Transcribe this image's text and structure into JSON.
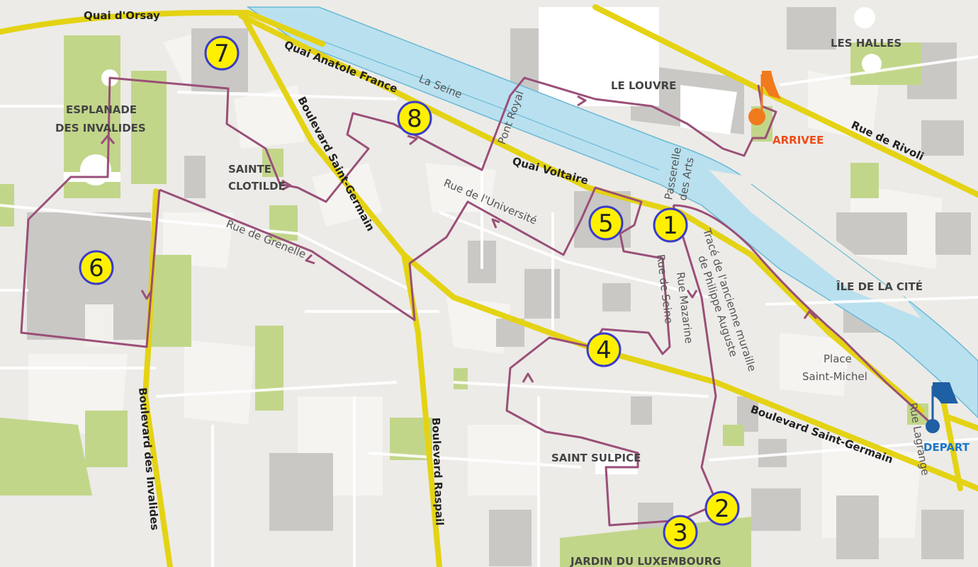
{
  "colors": {
    "land": "#ecebe7",
    "block": "#f7f6f3",
    "building": "#c9c8c5",
    "park": "#c2d68a",
    "water": "#b9e0ef",
    "major_road": "#e4d314",
    "route": "#9a4f78",
    "marker_fill": "#fff000",
    "marker_stroke": "#3b3cc8",
    "arrival": "#f07a1c",
    "departure": "#1f5fa3"
  },
  "labels": {
    "quai_orsay": "Quai d'Orsay",
    "quai_anatole": "Quai Anatole France",
    "la_seine": "La Seine",
    "pont_royal": "Pont Royal",
    "le_louvre": "LE LOUVRE",
    "les_halles": "LES HALLES",
    "rue_rivoli": "Rue de Rivoli",
    "arrivee": "ARRIVEE",
    "esplanade_1": "ESPLANADE",
    "esplanade_2": "DES INVALIDES",
    "sainte_1": "SAINTE",
    "sainte_2": "CLOTILDE",
    "bd_st_germain_w": "Boulevard Saint-Germain",
    "quai_voltaire": "Quai Voltaire",
    "passerelle_1": "Passerelle",
    "passerelle_2": "des Arts",
    "rue_universite": "Rue de l'Université",
    "rue_grenelle": "Rue de Grenelle",
    "rue_seine": "Rue de Seine",
    "rue_mazarine": "Rue Mazarine",
    "trace_1": "Tracé de  l'ancienne muraille",
    "trace_2": "de Philippe Auguste",
    "ile_cite": "ÎLE DE LA CITÉ",
    "place_1": "Place",
    "place_2": "Saint-Michel",
    "bd_st_germain_e": "Boulevard Saint-Germain",
    "rue_lagrange": "Rue Lagrange",
    "depart": "DEPART",
    "bd_invalides": "Boulevard  des Invalides",
    "bd_raspail": "Boulevard Raspail",
    "saint_sulpice": "SAINT SULPICE",
    "jardin_lux": "JARDIN DU LUXEMBOURG"
  },
  "markers": [
    {
      "id": "1",
      "label": "1"
    },
    {
      "id": "2",
      "label": "2"
    },
    {
      "id": "3",
      "label": "3"
    },
    {
      "id": "4",
      "label": "4"
    },
    {
      "id": "5",
      "label": "5"
    },
    {
      "id": "6",
      "label": "6"
    },
    {
      "id": "7",
      "label": "7"
    },
    {
      "id": "8",
      "label": "8"
    }
  ]
}
